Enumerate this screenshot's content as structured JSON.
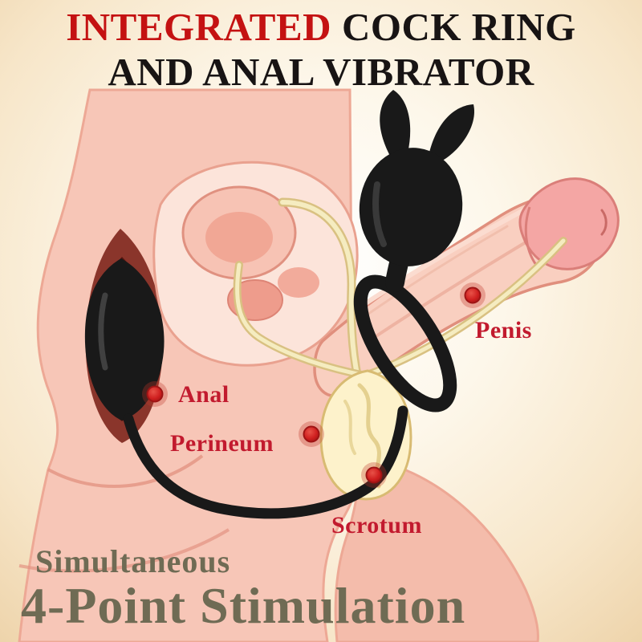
{
  "title": {
    "highlight": "INTEGRATED",
    "line1_rest": "COCK RING",
    "line2": "AND ANAL VIBRATOR"
  },
  "diagram_labels": {
    "penis": "Penis",
    "anal": "Anal",
    "perineum": "Perineum",
    "scrotum": "Scrotum"
  },
  "footer": {
    "line1": "Simultaneous",
    "line2": "4-Point Stimulation"
  },
  "colors": {
    "title_accent": "#c41212",
    "title_text": "#181414",
    "label_red": "#c21a2e",
    "footer_olive": "#6f6b54",
    "device_black": "#191919",
    "stimulation_dot_red": "#cf1f1f",
    "skin": "#f7c6b7",
    "scrotum_cream": "#fdf2cb"
  }
}
